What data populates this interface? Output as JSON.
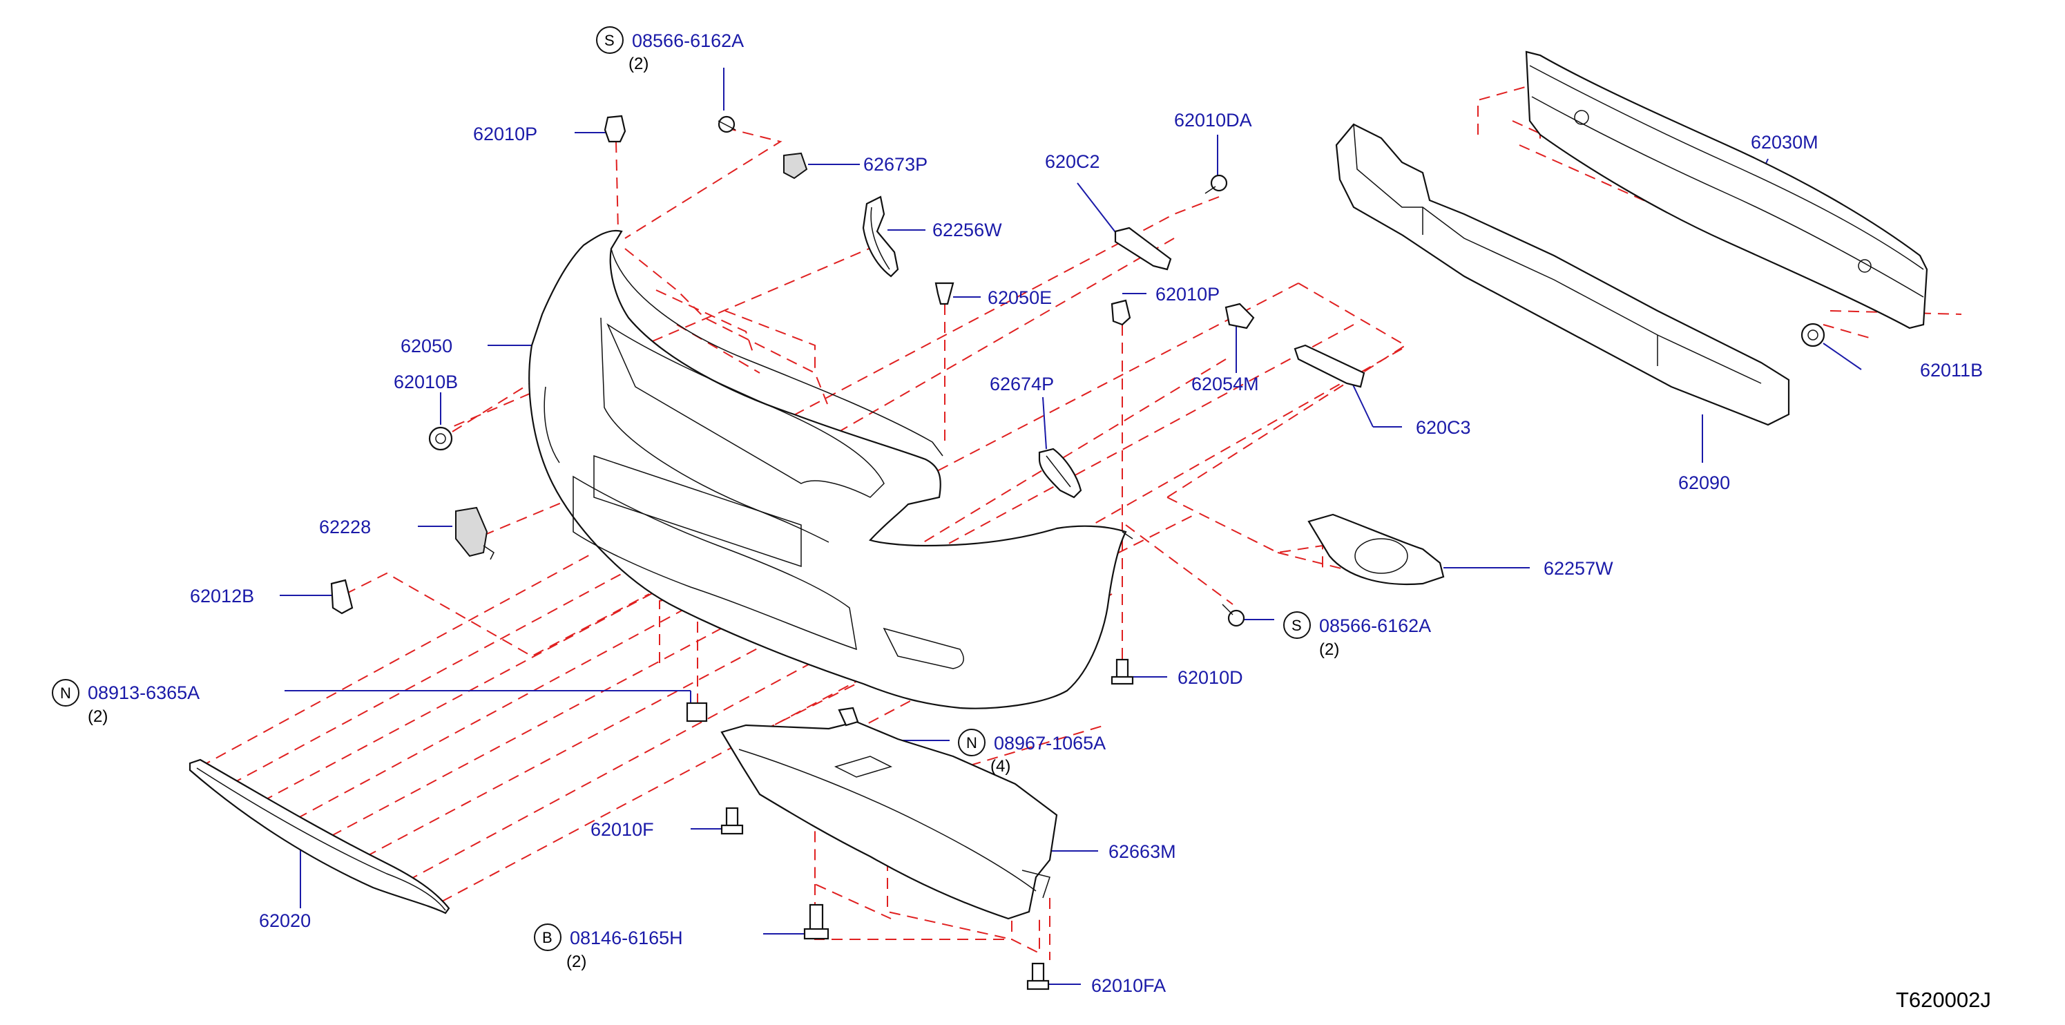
{
  "diagram_code": "T620002J",
  "parts": {
    "p62010P_top": "62010P",
    "p62673P": "62673P",
    "p62256W": "62256W",
    "p62050E": "62050E",
    "p62050": "62050",
    "p62010B": "62010B",
    "p62228": "62228",
    "p62012B": "62012B",
    "p62020": "62020",
    "p62010F": "62010F",
    "p62663M": "62663M",
    "p62010FA": "62010FA",
    "p62010D": "62010D",
    "p62257W": "62257W",
    "p62090": "62090",
    "p62030M": "62030M",
    "p62011B": "62011B",
    "p620C3": "620C3",
    "p62054M": "62054M",
    "p62010P_mid": "62010P",
    "p620C2": "620C2",
    "p62010DA": "62010DA",
    "p62674P": "62674P"
  },
  "standard_parts": {
    "s_top": {
      "symbol": "S",
      "code": "08566-6162A",
      "qty": "(2)"
    },
    "s_mid": {
      "symbol": "S",
      "code": "08566-6162A",
      "qty": "(2)"
    },
    "n_left": {
      "symbol": "N",
      "code": "08913-6365A",
      "qty": "(2)"
    },
    "n_mid": {
      "symbol": "N",
      "code": "08967-1065A",
      "qty": "(4)"
    },
    "b_bot": {
      "symbol": "B",
      "code": "08146-6165H",
      "qty": "(2)"
    }
  },
  "colors": {
    "label": "#1a1aa8",
    "dash": "#e02020",
    "line": "#111111"
  }
}
